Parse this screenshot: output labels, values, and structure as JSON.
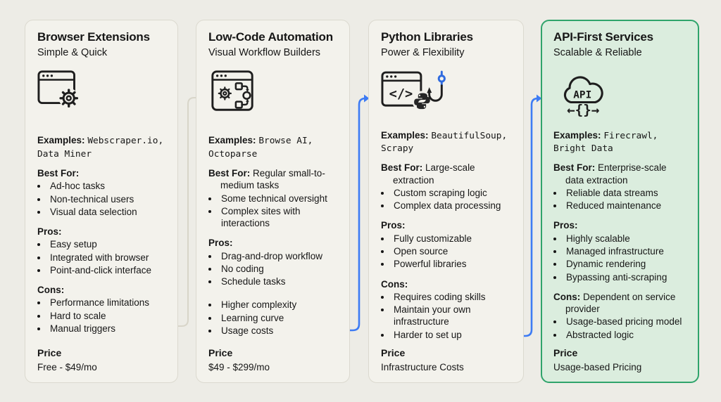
{
  "colors": {
    "accent_blue": "#3D7BF4",
    "highlight_border": "#2FA46B",
    "highlight_bg": "#DBEDDE",
    "inactive_arrow": "#D8D5C9"
  },
  "columns": [
    {
      "title": "Browser Extensions",
      "subtitle": "Simple & Quick",
      "icon": "browser-gear-icon",
      "examples_label": "Examples:",
      "examples_value": "Webscraper.io, Data Miner",
      "best_for_label": "Best For:",
      "best_for_inline": "",
      "best_for_items": [
        "Ad-hoc tasks",
        "Non-technical users",
        "Visual data selection"
      ],
      "pros_label": "Pros:",
      "pros_items": [
        "Easy setup",
        "Integrated with browser",
        "Point-and-click interface"
      ],
      "cons_label": "Cons:",
      "cons_inline": "",
      "cons_items": [
        "Performance limitations",
        "Hard to scale",
        "Manual triggers"
      ],
      "price_label": "Price",
      "price_value": "Free - $49/mo"
    },
    {
      "title": "Low-Code Automation",
      "subtitle": "Visual Workflow Builders",
      "icon": "workflow-builder-icon",
      "examples_label": "Examples:",
      "examples_value": "Browse AI, Octoparse",
      "best_for_label": "Best For:",
      "best_for_inline": "Regular small-to-medium tasks",
      "best_for_items": [
        "Some technical oversight",
        "Complex sites with interactions"
      ],
      "pros_label": "Pros:",
      "pros_items": [
        "Drag-and-drop workflow",
        "No coding",
        "Schedule tasks"
      ],
      "cons_label": "",
      "cons_inline": "",
      "cons_items": [
        "Higher complexity",
        "Learning curve",
        "Usage costs"
      ],
      "price_label": "Price",
      "price_value": "$49 - $299/mo"
    },
    {
      "title": "Python Libraries",
      "subtitle": "Power & Flexibility",
      "icon": "python-code-hook-icon",
      "icon_code_text": "</>",
      "examples_label": "Examples:",
      "examples_value": "BeautifulSoup, Scrapy",
      "best_for_label": "Best For:",
      "best_for_inline": "Large-scale extraction",
      "best_for_items": [
        "Custom scraping logic",
        "Complex data processing"
      ],
      "pros_label": "Pros:",
      "pros_items": [
        "Fully customizable",
        "Open source",
        "Powerful libraries"
      ],
      "cons_label": "Cons:",
      "cons_inline": "",
      "cons_items": [
        "Requires coding skills",
        "Maintain your own infrastructure",
        "Harder to set up"
      ],
      "price_label": "Price",
      "price_value": "Infrastructure Costs"
    },
    {
      "title": "API-First Services",
      "subtitle": "Scalable & Reliable",
      "icon": "api-cloud-icon",
      "icon_label": "API",
      "icon_glyphs": "←{}→",
      "examples_label": "Examples:",
      "examples_value": "Firecrawl, Bright Data",
      "best_for_label": "Best For:",
      "best_for_inline": "Enterprise-scale data extraction",
      "best_for_items": [
        "Reliable data streams",
        "Reduced maintenance"
      ],
      "pros_label": "Pros:",
      "pros_items": [
        "Highly scalable",
        "Managed infrastructure",
        "Dynamic rendering",
        "Bypassing anti-scraping"
      ],
      "cons_label": "Cons:",
      "cons_inline": "Dependent on service provider",
      "cons_items": [
        "Usage-based pricing model",
        "Abstracted logic"
      ],
      "price_label": "Price",
      "price_value": "Usage-based Pricing"
    }
  ]
}
